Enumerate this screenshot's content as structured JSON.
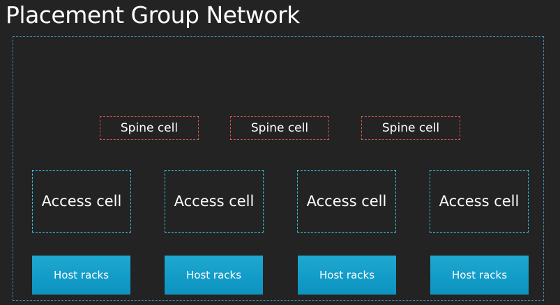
{
  "title": "Placement Group Network",
  "spine_cells": [
    "Spine cell",
    "Spine cell",
    "Spine cell"
  ],
  "access_cells": [
    "Access cell",
    "Access cell",
    "Access cell",
    "Access cell"
  ],
  "host_racks": [
    "Host racks",
    "Host racks",
    "Host racks",
    "Host racks"
  ],
  "colors": {
    "background": "#232323",
    "group_border": "#4e84a8",
    "spine_border": "#d6584c",
    "access_border": "#36c4dc",
    "host_fill": "#129cc8"
  }
}
